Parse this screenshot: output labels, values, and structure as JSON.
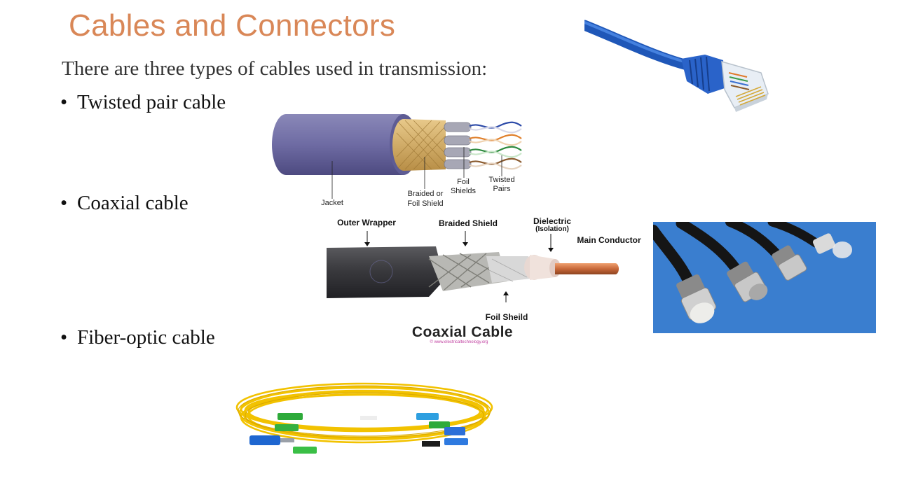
{
  "slide": {
    "title": "Cables and Connectors",
    "intro": "There are three types of cables used in transmission:",
    "bullets": [
      {
        "bullet": "•",
        "text": "Twisted pair cable"
      },
      {
        "bullet": "•",
        "text": "Coaxial cable"
      },
      {
        "bullet": "•",
        "text": "Fiber-optic cable"
      }
    ]
  },
  "twisted_pair_diagram": {
    "labels": {
      "jacket": "Jacket",
      "braided_1": "Braided or",
      "braided_2": "Foil Shield",
      "foil_1": "Foil",
      "foil_2": "Shields",
      "twisted_1": "Twisted",
      "twisted_2": "Pairs"
    }
  },
  "coaxial_diagram": {
    "labels": {
      "outer_wrapper": "Outer Wrapper",
      "braided_shield": "Braided Shield",
      "dielectric": "Dielectric",
      "dielectric_sub": "(Isolation)",
      "main_conductor": "Main Conductor",
      "foil_shield": "Foil Sheild"
    },
    "caption": "Coaxial Cable",
    "watermark": "© www.electricaltechnology.org"
  },
  "icons": [
    "rj45-cable-icon",
    "twisted-pair-diagram-icon",
    "coaxial-diagram-icon",
    "coaxial-connectors-photo-icon",
    "fiber-optic-bundle-icon"
  ],
  "colors": {
    "title": "#D98757",
    "text": "#111111",
    "rj45_blue": "#2F6FD6",
    "fiber_yellow": "#F2C200",
    "photo_bg": "#2E73C7"
  }
}
